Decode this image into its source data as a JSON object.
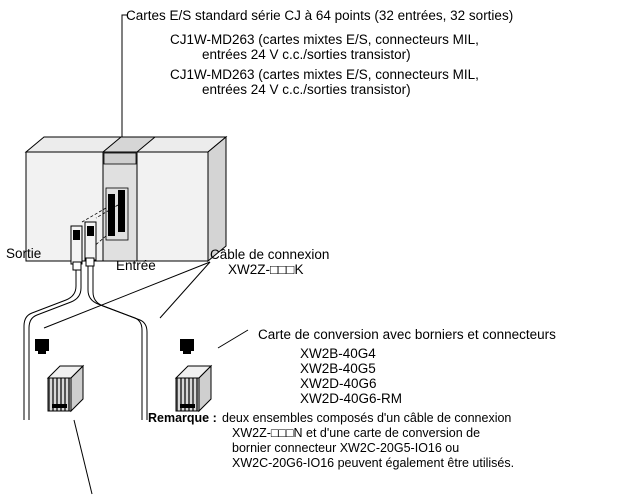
{
  "header": {
    "title": "Cartes E/S standard série CJ à 64 points (32 entrées, 32 sorties)",
    "model1_line1": "CJ1W-MD263 (cartes mixtes E/S, connecteurs MIL,",
    "model1_line2": "entrées 24 V c.c./sorties transistor)",
    "model2_line1": "CJ1W-MD263 (cartes mixtes E/S, connecteurs MIL,",
    "model2_line2": "entrées 24 V c.c./sorties transistor)"
  },
  "labels": {
    "output": "Sortie",
    "input": "Entrée"
  },
  "cable": {
    "title": "Câble de connexion",
    "model": "XW2Z-□□□K"
  },
  "converter": {
    "title": "Carte de conversion avec borniers et connecteurs",
    "models": [
      "XW2B-40G4",
      "XW2B-40G5",
      "XW2D-40G6",
      "XW2D-40G6-RM"
    ]
  },
  "remark": {
    "label": "Remarque :",
    "line1": "deux ensembles composés d'un câble de connexion",
    "line2": "XW2Z-□□□N et d'une carte de conversion de",
    "line3": "bornier connecteur XW2C-20G5-IO16 ou",
    "line4": "XW2C-20G6-IO16 peuvent également être utilisés."
  }
}
